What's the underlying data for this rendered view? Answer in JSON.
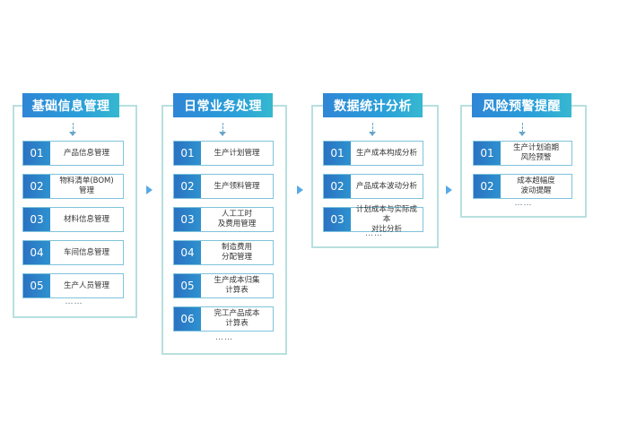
{
  "columns": [
    {
      "title": "基础信息管理",
      "items": [
        {
          "num": "01",
          "label": "产品信息管理"
        },
        {
          "num": "02",
          "label": "物料清单(BOM)\n管理"
        },
        {
          "num": "03",
          "label": "材料信息管理"
        },
        {
          "num": "04",
          "label": "车间信息管理"
        },
        {
          "num": "05",
          "label": "生产人员管理"
        }
      ],
      "more": "……"
    },
    {
      "title": "日常业务处理",
      "items": [
        {
          "num": "01",
          "label": "生产计划管理"
        },
        {
          "num": "02",
          "label": "生产领料管理"
        },
        {
          "num": "03",
          "label": "人工工时\n及费用管理"
        },
        {
          "num": "04",
          "label": "制造费用\n分配管理"
        },
        {
          "num": "05",
          "label": "生产成本归集\n计算表"
        },
        {
          "num": "06",
          "label": "完工产品成本\n计算表"
        }
      ],
      "more": "……"
    },
    {
      "title": "数据统计分析",
      "items": [
        {
          "num": "01",
          "label": "生产成本构成分析"
        },
        {
          "num": "02",
          "label": "产品成本波动分析"
        },
        {
          "num": "03",
          "label": "计划成本与实际成本\n对比分析"
        }
      ],
      "more": "……"
    },
    {
      "title": "风险预警提醒",
      "items": [
        {
          "num": "01",
          "label": "生产计划逾期\n风险预警"
        },
        {
          "num": "02",
          "label": "成本超幅度\n波动提醒"
        }
      ],
      "more": "……"
    }
  ],
  "colors": {
    "header": "#2a8fd6",
    "frame": "#b7e0df",
    "number_bg": "#2a72c2",
    "connector": "#5aa9e6"
  }
}
